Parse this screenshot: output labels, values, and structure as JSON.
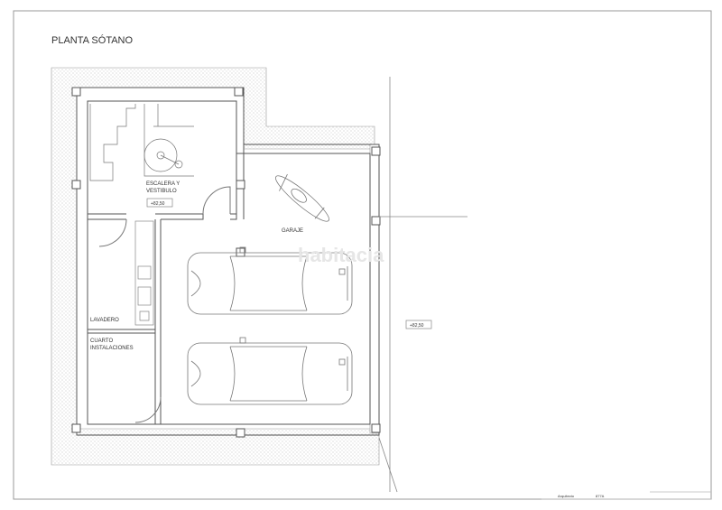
{
  "title": "PLANTA SÓTANO",
  "rooms": {
    "escalera_line1": "ESCALERA Y",
    "escalera_line2": "VESTIBULO",
    "garaje": "GARAJE",
    "lavadero": "LAVADERO",
    "cuarto_line1": "CUARTO",
    "cuarto_line2": "INSTALACIONES"
  },
  "levels": {
    "interior": "+82,50",
    "exterior": "+82,50"
  },
  "watermark": "habitacia",
  "title_block": {
    "label": "Arquitecto",
    "code": "877A"
  }
}
